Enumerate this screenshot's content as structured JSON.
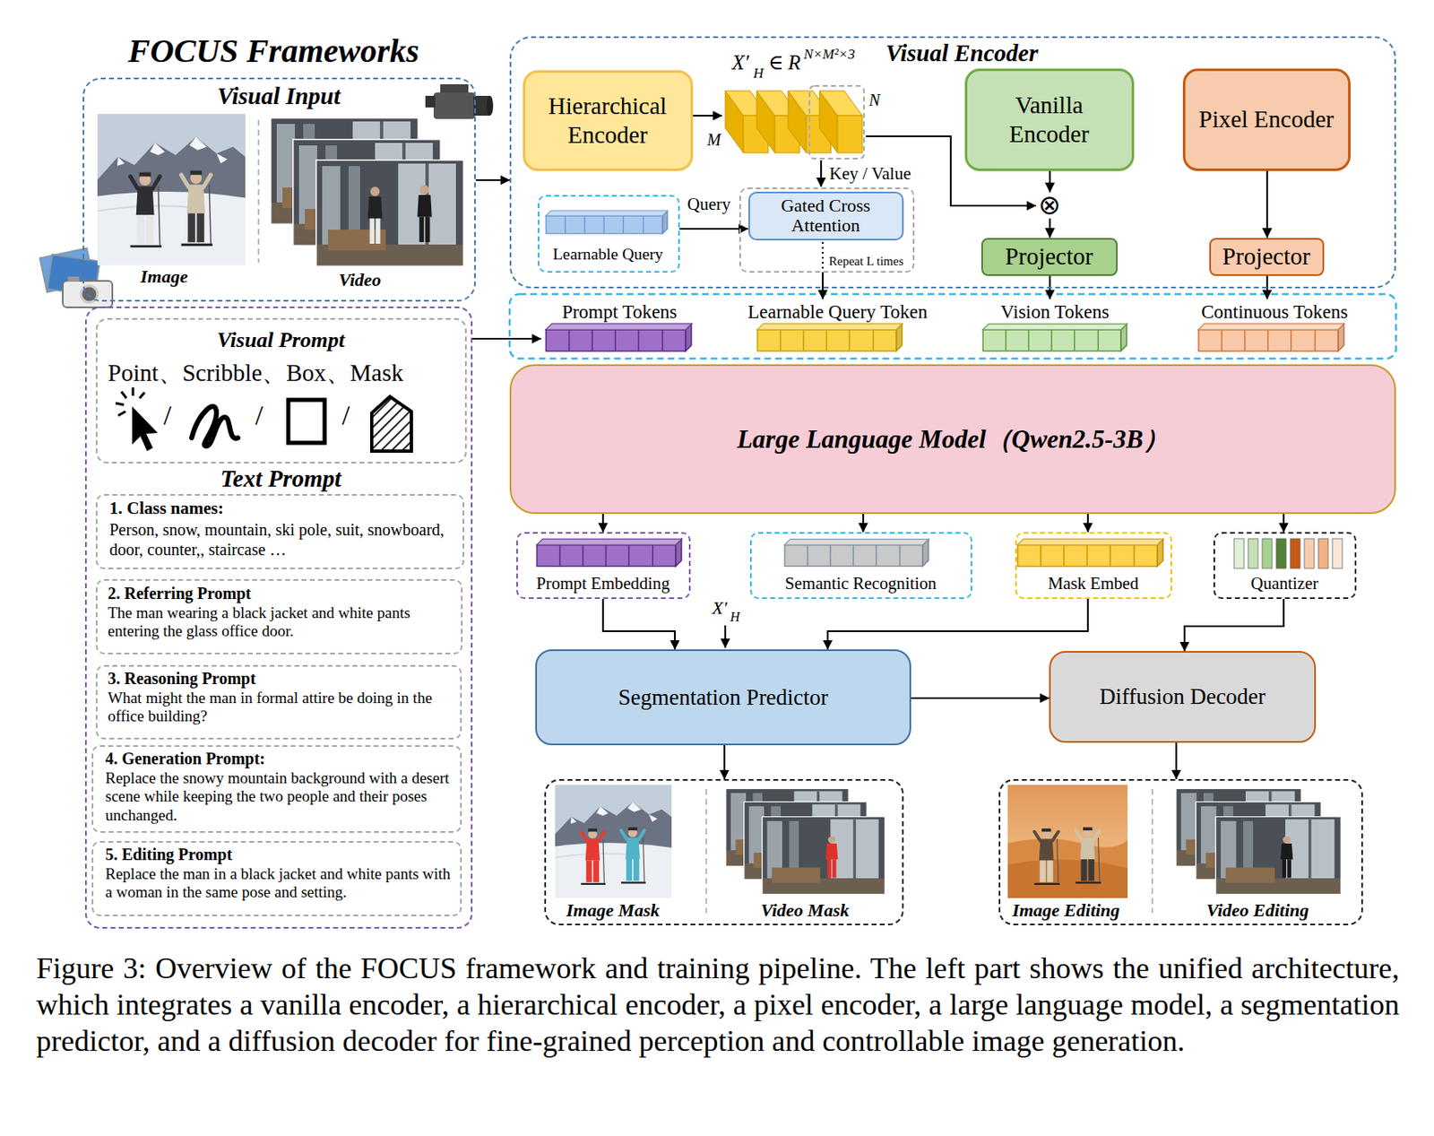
{
  "diagram": {
    "title": "FOCUS Frameworks",
    "caption": "Figure 3: Overview of the FOCUS framework and training pipeline. The left part shows the unified architecture, which integrates a vanilla encoder, a hierarchical encoder, a pixel encoder, a large language model, a segmentation predictor, and a diffusion decoder for fine-grained perception and controllable image generation.",
    "nodes": [
      {
        "text": [
          "Visual Input"
        ]
      },
      {
        "text": [
          "Visual Encoder"
        ]
      },
      {
        "text": [
          "Hierarchical Encoder"
        ],
        "in": 1
      },
      {
        "text": [
          "Learnable Query"
        ],
        "in": 1
      },
      {
        "text": [
          "Repeat L times"
        ],
        "in": 1
      },
      {
        "text": [
          "Gated Cross Attention"
        ],
        "in": 4
      },
      {
        "text": [
          "Vanilla Encoder"
        ],
        "in": 1
      },
      {
        "text": [
          "⊗"
        ],
        "in": 1
      },
      {
        "text": [
          "Projector"
        ],
        "in": 1
      },
      {
        "text": [
          "Pixel Encoder"
        ],
        "in": 1
      },
      {
        "text": [
          "Projector"
        ],
        "in": 1
      },
      {
        "text": [
          "Prompt Tokens"
        ]
      },
      {
        "text": [
          "Learnable Query Token"
        ]
      },
      {
        "text": [
          "Vision Tokens"
        ]
      },
      {
        "text": [
          "Continuous Tokens"
        ]
      },
      {
        "text": [
          "Text Prompt"
        ]
      },
      {
        "text": [
          "Visual Prompt",
          "Point、Scribble、Box、Mask"
        ],
        "in": 15
      },
      {
        "text": [
          "1. Class names:",
          "Person, snow, mountain, ski pole, suit, snowboard, door, counter,, staircase …"
        ],
        "in": 15
      },
      {
        "text": [
          "2. Referring Prompt",
          "The man wearing a black jacket and white pants entering the glass office door."
        ],
        "in": 15
      },
      {
        "text": [
          "3. Reasoning Prompt",
          "What might the man in formal attire be doing in the office building?"
        ],
        "in": 15
      },
      {
        "text": [
          "4. Generation Prompt:",
          "Replace the snowy mountain background with a desert scene while keeping the two people and their poses unchanged."
        ],
        "in": 15
      },
      {
        "text": [
          "5. Editing Prompt",
          "Replace the man in a black jacket and white pants with a woman in the same pose and setting."
        ],
        "in": 15
      },
      {
        "text": [
          "Large Language Model（Qwen2.5-3B）"
        ]
      },
      {
        "text": [
          "Prompt Embedding"
        ]
      },
      {
        "text": [
          "Semantic Recognition"
        ]
      },
      {
        "text": [
          "Mask Embed"
        ]
      },
      {
        "text": [
          "Quantizer"
        ]
      },
      {
        "text": [
          "Segmentation Predictor"
        ]
      },
      {
        "text": [
          "Diffusion Decoder"
        ]
      },
      {
        "text": [
          "Image Mask",
          "Video Mask"
        ]
      },
      {
        "text": [
          "Image Editing",
          "Video Editing"
        ]
      }
    ],
    "edges": [
      {
        "from": 0,
        "to": 1,
        "arrow": "to"
      },
      {
        "from": 3,
        "to": 5,
        "label": "Query",
        "arrow": "to"
      },
      {
        "from": 6,
        "to": 7,
        "arrow": "to"
      },
      {
        "from": 7,
        "to": 8,
        "arrow": "to"
      },
      {
        "from": 9,
        "to": 10,
        "arrow": "to"
      },
      {
        "from": 4,
        "to": 12,
        "arrow": "to"
      },
      {
        "from": 8,
        "to": 13,
        "arrow": "to"
      },
      {
        "from": 10,
        "to": 14,
        "arrow": "to"
      },
      {
        "from": 15,
        "to": 11,
        "arrow": "to"
      },
      {
        "from": 22,
        "to": 23,
        "arrow": "to"
      },
      {
        "from": 22,
        "to": 24,
        "arrow": "to"
      },
      {
        "from": 22,
        "to": 25,
        "arrow": "to"
      },
      {
        "from": 22,
        "to": 26,
        "arrow": "to"
      },
      {
        "from": 23,
        "to": 27,
        "arrow": "to"
      },
      {
        "from": 25,
        "to": 27,
        "arrow": "to"
      },
      {
        "from": 26,
        "to": 28,
        "arrow": "to"
      },
      {
        "from": 27,
        "to": 28,
        "arrow": "to"
      },
      {
        "from": 27,
        "to": 29,
        "arrow": "to"
      },
      {
        "from": 28,
        "to": 30,
        "arrow": "to"
      }
    ],
    "labels": [
      "X′",
      "H",
      "∈",
      "R",
      "N×M²×3",
      "N",
      "M",
      "Key / Value",
      "/",
      "/",
      "/",
      "Image",
      "Video",
      "X′",
      "H"
    ]
  }
}
